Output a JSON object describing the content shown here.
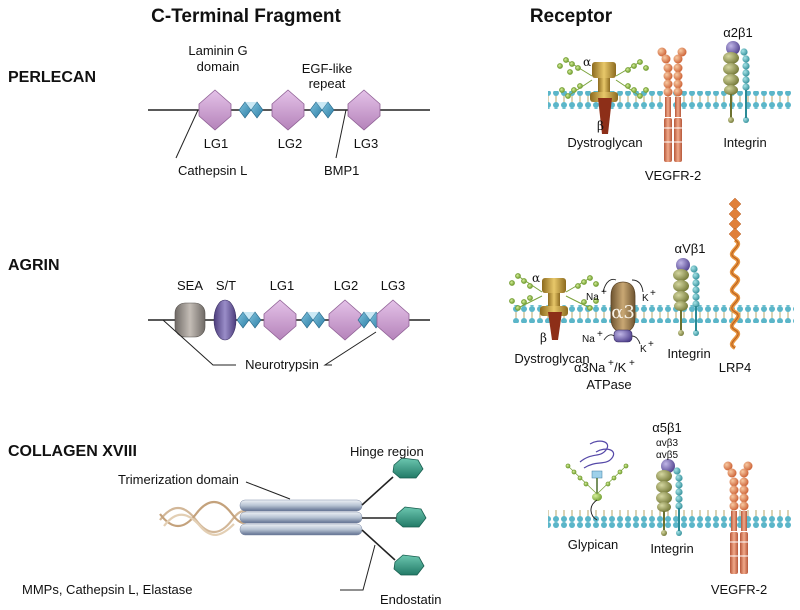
{
  "headers": {
    "left": "C-Terminal Fragment",
    "right": "Receptor"
  },
  "perlecan": {
    "name": "PERLECAN",
    "domain_label_1": "Laminin G",
    "domain_label_2": "domain",
    "egf_label_1": "EGF-like",
    "egf_label_2": "repeat",
    "lg1": "LG1",
    "lg2": "LG2",
    "lg3": "LG3",
    "protease_1": "Cathepsin L",
    "protease_2": "BMP1",
    "receptors": {
      "alpha": "α",
      "beta": "β",
      "dystroglycan": "Dystroglycan",
      "vegfr": "VEGFR-2",
      "integrin_type": "α2β1",
      "integrin": "Integrin"
    }
  },
  "agrin": {
    "name": "AGRIN",
    "sea": "SEA",
    "st": "S/T",
    "lg1": "LG1",
    "lg2": "LG2",
    "lg3": "LG3",
    "protease": "Neurotrypsin",
    "receptors": {
      "alpha": "α",
      "beta": "β",
      "na1": "Na",
      "k1": "K",
      "na2": "Na",
      "k2": "K",
      "plus": "+",
      "pump_symbol": "α3",
      "atpase_1": "α3Na",
      "atpase_mid": "/K",
      "atpase_2": "ATPase",
      "dystroglycan": "Dystroglycan",
      "integrin_type": "αVβ1",
      "integrin": "Integrin",
      "lrp4": "LRP4"
    }
  },
  "collagen": {
    "name": "COLLAGEN XVIII",
    "trimer": "Trimerization domain",
    "hinge": "Hinge region",
    "proteases": "MMPs, Cathepsin L, Elastase",
    "endostatin": "Endostatin",
    "receptors": {
      "integrin_type": "α5β1",
      "integrin_sub1": "αvβ3",
      "integrin_sub2": "αvβ5",
      "glypican": "Glypican",
      "integrin": "Integrin",
      "vegfr": "VEGFR-2"
    }
  }
}
